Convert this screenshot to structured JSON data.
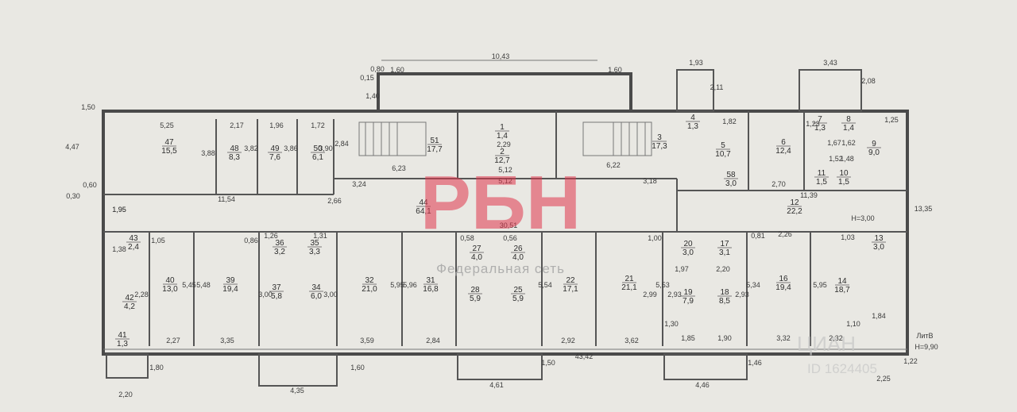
{
  "plan": {
    "overall_length": "43,42",
    "top_width": "10,43",
    "corridor_length_upper": "11,54",
    "corridor_length_mid": "30,51",
    "corridor_length_right": "11,39",
    "height_marks": [
      "H=3,00",
      "H=9,90"
    ],
    "building_label": "ЛитВ"
  },
  "rooms_top": [
    {
      "num": "47",
      "area": "15,5"
    },
    {
      "num": "48",
      "area": "8,3"
    },
    {
      "num": "49",
      "area": "7,6"
    },
    {
      "num": "50",
      "area": "6,1"
    },
    {
      "num": "51",
      "area": "17,7"
    },
    {
      "num": "1",
      "area": "1,4"
    },
    {
      "num": "2",
      "area": "12,7"
    },
    {
      "num": "3",
      "area": "17,3"
    },
    {
      "num": "4",
      "area": "1,3"
    },
    {
      "num": "5",
      "area": "10,7"
    },
    {
      "num": "6",
      "area": "12,4"
    },
    {
      "num": "7",
      "area": "1,3"
    },
    {
      "num": "8",
      "area": "1,4"
    },
    {
      "num": "9",
      "area": "9,0"
    },
    {
      "num": "10",
      "area": "1,5"
    },
    {
      "num": "11",
      "area": "1,5"
    },
    {
      "num": "58",
      "area": "3,0"
    }
  ],
  "rooms_corridor": [
    {
      "num": "44",
      "area": "64,1"
    },
    {
      "num": "12",
      "area": "22,2"
    }
  ],
  "rooms_bottom": [
    {
      "num": "43",
      "area": "2,4"
    },
    {
      "num": "42",
      "area": "4,2"
    },
    {
      "num": "41",
      "area": "1,3"
    },
    {
      "num": "40",
      "area": "13,0"
    },
    {
      "num": "39",
      "area": "19,4"
    },
    {
      "num": "36",
      "area": "3,2"
    },
    {
      "num": "35",
      "area": "3,3"
    },
    {
      "num": "37",
      "area": "5,8"
    },
    {
      "num": "34",
      "area": "6,0"
    },
    {
      "num": "32",
      "area": "21,0"
    },
    {
      "num": "31",
      "area": "16,8"
    },
    {
      "num": "27",
      "area": "4,0"
    },
    {
      "num": "26",
      "area": "4,0"
    },
    {
      "num": "28",
      "area": "5,9"
    },
    {
      "num": "25",
      "area": "5,9"
    },
    {
      "num": "22",
      "area": "17,1"
    },
    {
      "num": "21",
      "area": "21,1"
    },
    {
      "num": "20",
      "area": "3,0"
    },
    {
      "num": "17",
      "area": "3,1"
    },
    {
      "num": "19",
      "area": "7,9"
    },
    {
      "num": "18",
      "area": "8,5"
    },
    {
      "num": "16",
      "area": "19,4"
    },
    {
      "num": "14",
      "area": "18,7"
    },
    {
      "num": "13",
      "area": "3,0"
    }
  ],
  "dimensions": {
    "top": [
      "5,25",
      "2,17",
      "1,96",
      "1,72",
      "1,60",
      "1,60",
      "2,29",
      "1,93",
      "3,43",
      "1,82",
      "1,23",
      "1,25"
    ],
    "mid": [
      "3,88",
      "3,82",
      "3,86",
      "3,90",
      "2,84",
      "6,23",
      "5,12",
      "5,12",
      "6,22",
      "3,24",
      "3,18",
      "2,66",
      "2,70",
      "1,67",
      "1,62",
      "1,52",
      "1,48"
    ],
    "bottom": [
      "1,05",
      "0,86",
      "1,26",
      "1,31",
      "0,58",
      "0,56",
      "1,00",
      "0,81",
      "2,26",
      "1,03",
      "1,97",
      "2,20",
      "2,27",
      "3,35",
      "3,59",
      "2,84",
      "2,92",
      "3,62",
      "1,85",
      "1,90",
      "3,32",
      "2,32",
      "1,84"
    ],
    "vertical": [
      "5,45",
      "5,48",
      "5,95",
      "5,96",
      "5,54",
      "5,53",
      "5,34",
      "5,95",
      "2,28",
      "2,93",
      "2,93",
      "2,99",
      "3,00",
      "3,00",
      "1,38",
      "1,95",
      "1,30",
      "1,10"
    ],
    "outside": [
      "1,50",
      "4,47",
      "0,60",
      "0,30",
      "1,95",
      "0,80",
      "0,15",
      "1,40",
      "2,11",
      "2,08",
      "13,35",
      "1,80",
      "2,20",
      "4,35",
      "1,60",
      "4,61",
      "1,50",
      "4,46",
      "1,46",
      "1,22",
      "2,25"
    ]
  },
  "watermarks": {
    "logo": "РБН",
    "federal_line": "Федеральная сеть",
    "cian": "ЦИАН",
    "listing_id": "ID 1624405"
  },
  "colors": {
    "background": "#e9e8e3",
    "wall": "#4a4a4a",
    "watermark_red": "#e0374d"
  }
}
